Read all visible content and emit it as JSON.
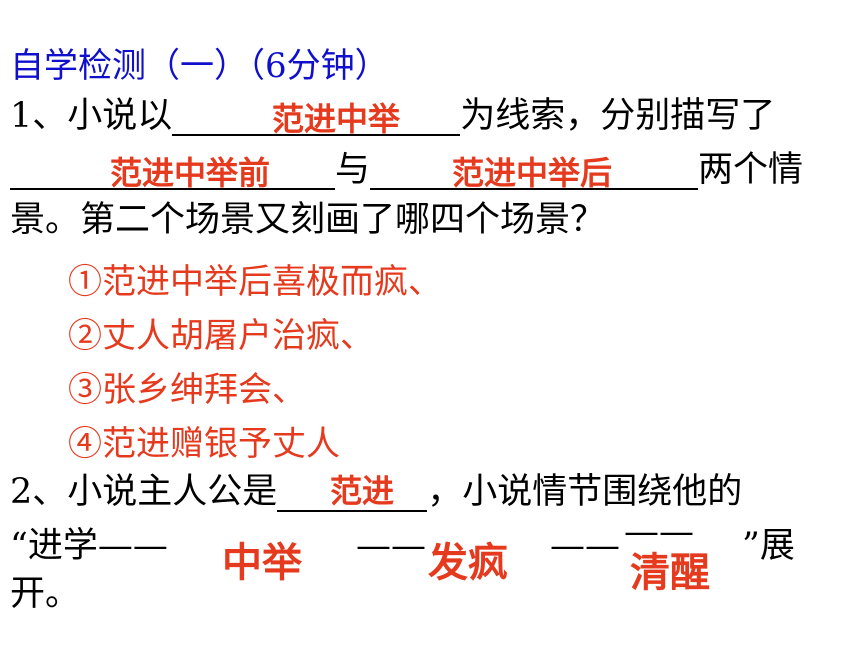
{
  "title": "自学检测（一）（6分钟）",
  "q1": {
    "prefix": "1、小说以",
    "answer_thread": "范进中举",
    "mid1": "为线索，分别描写了",
    "answer_before": "范进中举前",
    "conj": "与",
    "answer_after": "范进中举后",
    "mid2": "两个情",
    "line3": "景。第二个场景又刻画了哪四个场景？",
    "scenes": [
      "①范进中举后喜极而疯、",
      "②丈人胡屠户治疯、",
      "③张乡绅拜会、",
      "④范进赠银予丈人"
    ]
  },
  "q2": {
    "prefix": "2、小说主人公是",
    "answer_hero": "范进",
    "mid": "，小说情节围绕他的",
    "line2_start": "“进学——",
    "answer_1": "中举",
    "dash1": "——",
    "answer_2": "发疯",
    "dash2": "——",
    "dash3": "——",
    "answer_3": "清醒",
    "line2_end": "”展",
    "line3": "开。"
  }
}
